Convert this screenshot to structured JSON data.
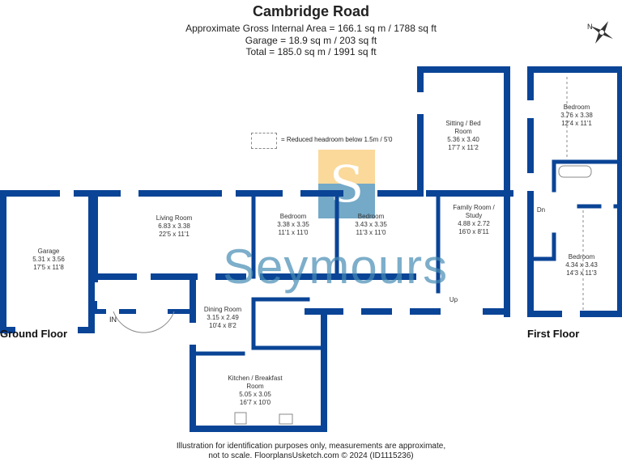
{
  "header": {
    "title": "Cambridge Road",
    "area_line": "Approximate Gross Internal Area = 166.1 sq m / 1788 sq ft",
    "garage_line": "Garage = 18.9 sq m / 203 sq ft",
    "total_line": "Total = 185.0 sq m / 1991 sq ft"
  },
  "compass_label": "N",
  "key_text": "= Reduced headroom below 1.5m / 5'0",
  "watermark": "Seymours",
  "logo_letter": "S",
  "colors": {
    "wall": "#0a4496",
    "watermark": "#468cb4",
    "logo_top": "#f8cc78"
  },
  "floors": {
    "ground": "Ground Floor",
    "first": "First Floor"
  },
  "labels": {
    "in": "IN",
    "up": "Up",
    "dn": "Dn"
  },
  "rooms": [
    {
      "name": "Garage",
      "metric": "5.31 x 3.56",
      "imperial": "17'5 x 11'8"
    },
    {
      "name": "Living Room",
      "metric": "6.83 x 3.38",
      "imperial": "22'5 x 11'1"
    },
    {
      "name": "Bedroom",
      "metric": "3.38 x 3.35",
      "imperial": "11'1 x 11'0"
    },
    {
      "name": "Bedroom",
      "metric": "3.43 x 3.35",
      "imperial": "11'3 x 11'0"
    },
    {
      "name": "Sitting / Bed Room",
      "metric": "5.36 x 3.40",
      "imperial": "17'7 x 11'2"
    },
    {
      "name": "Family Room / Study",
      "metric": "4.88 x 2.72",
      "imperial": "16'0 x 8'11"
    },
    {
      "name": "Dining Room",
      "metric": "3.15 x 2.49",
      "imperial": "10'4 x 8'2"
    },
    {
      "name": "Kitchen / Breakfast Room",
      "metric": "5.05 x 3.05",
      "imperial": "16'7 x 10'0"
    },
    {
      "name": "Bedroom",
      "metric": "3.76 x 3.38",
      "imperial": "12'4 x 11'1"
    },
    {
      "name": "Bedroom",
      "metric": "4.34 x 3.43",
      "imperial": "14'3 x 11'3"
    }
  ],
  "footer": {
    "line1": "Illustration for identification purposes only, measurements are approximate,",
    "line2": "not to scale. FloorplansUsketch.com © 2024 (ID1115236)"
  }
}
